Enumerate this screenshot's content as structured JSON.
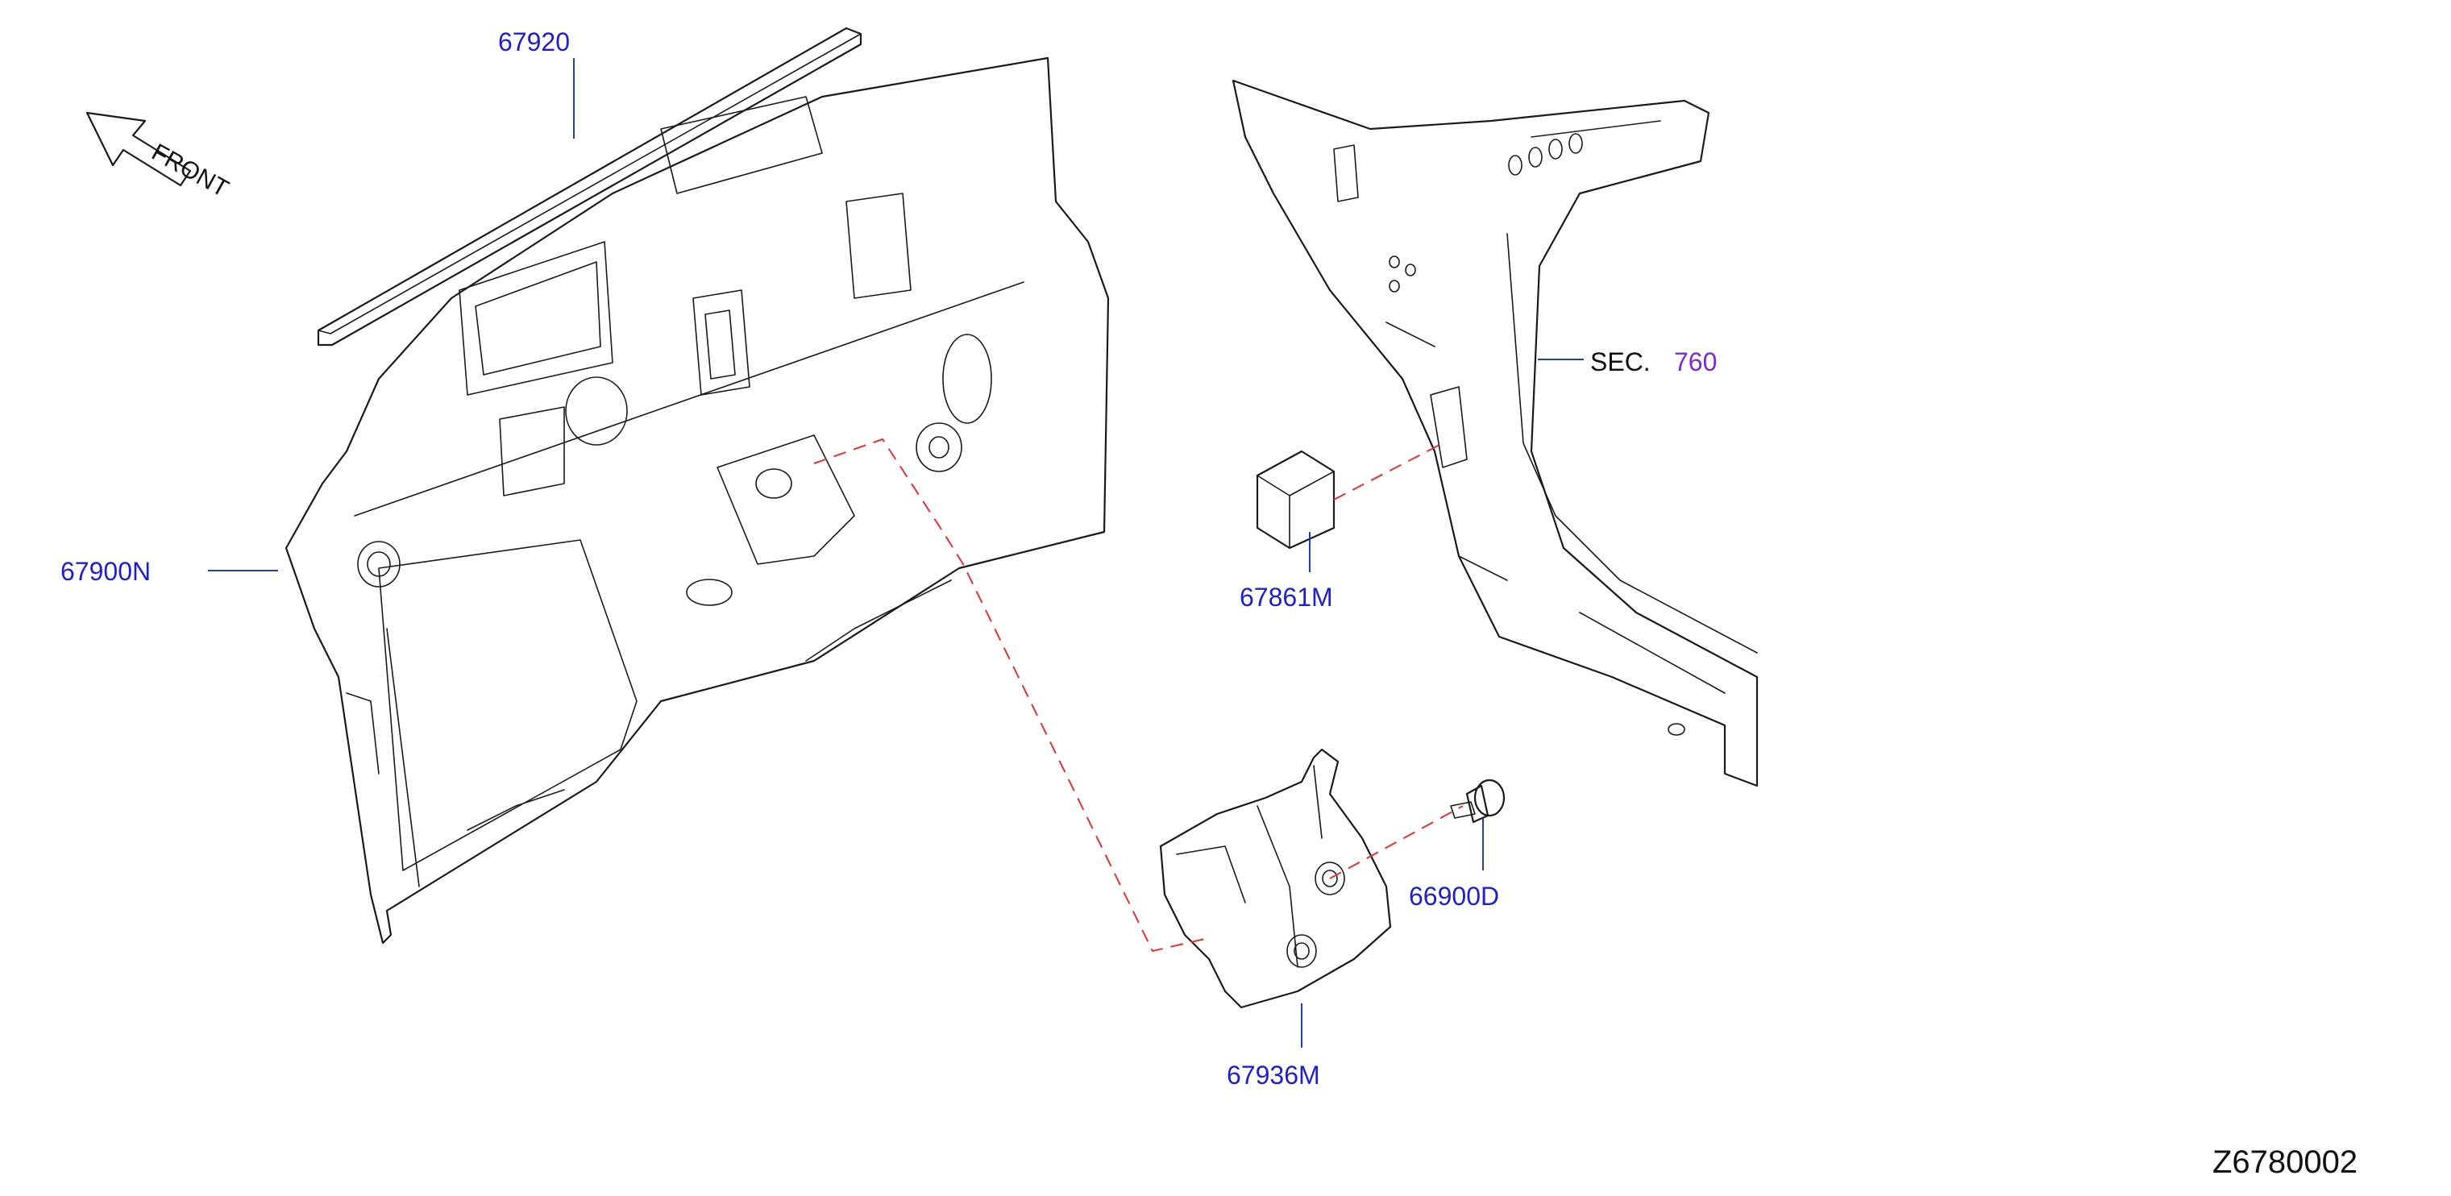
{
  "direction": {
    "label": "FRONT",
    "icon": "arrow-icon"
  },
  "callouts": {
    "insulator_top_strip": "67920",
    "dash_insulator": "67900N",
    "spacer_block": "67861M",
    "lower_insulator": "67936M",
    "clip": "66900D",
    "section_ref_label": "SEC.",
    "section_ref_number": "760"
  },
  "figure_id": "Z6780002",
  "colors": {
    "callout": "#1f1fd0",
    "section_number": "#7b2bd6",
    "dashed_guide": "#e83030",
    "leader": "#1f3fbf",
    "outline": "#1a1a1a"
  }
}
